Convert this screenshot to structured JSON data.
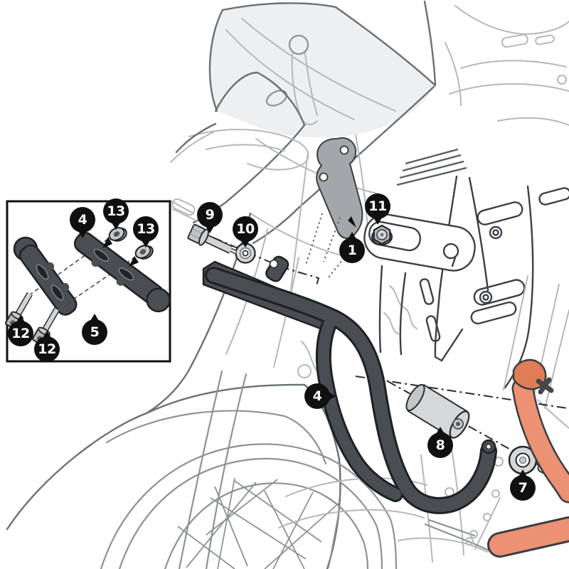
{
  "diagram": {
    "title": "motorcycle-crash-bar-assembly-instruction-diagram",
    "part_numbers_visible": [
      "1",
      "4",
      "5",
      "7",
      "8",
      "9",
      "10",
      "11",
      "12",
      "13"
    ],
    "callouts": {
      "main": [
        {
          "label": "9"
        },
        {
          "label": "10"
        },
        {
          "label": "11"
        },
        {
          "label": "1"
        },
        {
          "label": "4"
        },
        {
          "label": "8"
        },
        {
          "label": "7"
        }
      ],
      "inset": [
        {
          "label": "4"
        },
        {
          "label": "13"
        },
        {
          "label": "13"
        },
        {
          "label": "5"
        },
        {
          "label": "12"
        },
        {
          "label": "12"
        }
      ]
    },
    "colors": {
      "callout-bg": "#101010",
      "callout-fg": "#ffffff",
      "product": "#4a4d52",
      "product-outline": "#1e2023",
      "metal": "#d5d7d9",
      "orange": "#ec9173",
      "orange-dark": "#e07d56",
      "pipe-outline": "#3a3d40",
      "line-light": "#b4b8bc",
      "line-mid": "#8d9296",
      "line-dark": "#6a7075",
      "rack-line": "#3c4046",
      "bracket-fill": "#a4a7aa",
      "screen-fill": "#edeff1"
    }
  }
}
